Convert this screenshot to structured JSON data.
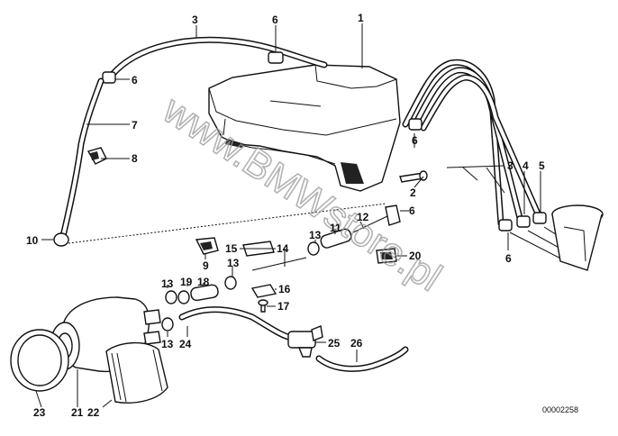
{
  "watermark": "www.BMWstore.pl",
  "drawing_number": "00002258",
  "labels": [
    {
      "id": "1",
      "text": "1"
    },
    {
      "id": "2",
      "text": "2"
    },
    {
      "id": "3a",
      "text": "3"
    },
    {
      "id": "3b",
      "text": "3"
    },
    {
      "id": "4",
      "text": "4"
    },
    {
      "id": "5",
      "text": "5"
    },
    {
      "id": "6a",
      "text": "6"
    },
    {
      "id": "6b",
      "text": "6"
    },
    {
      "id": "6c",
      "text": "6"
    },
    {
      "id": "6d",
      "text": "6"
    },
    {
      "id": "6e",
      "text": "6"
    },
    {
      "id": "7",
      "text": "7"
    },
    {
      "id": "8",
      "text": "8"
    },
    {
      "id": "9",
      "text": "9"
    },
    {
      "id": "10",
      "text": "10"
    },
    {
      "id": "11",
      "text": "11"
    },
    {
      "id": "12",
      "text": "12"
    },
    {
      "id": "13a",
      "text": "13"
    },
    {
      "id": "13b",
      "text": "13"
    },
    {
      "id": "13c",
      "text": "13"
    },
    {
      "id": "13d",
      "text": "13"
    },
    {
      "id": "14",
      "text": "14"
    },
    {
      "id": "15",
      "text": "15"
    },
    {
      "id": "16",
      "text": "16"
    },
    {
      "id": "17",
      "text": "17"
    },
    {
      "id": "18",
      "text": "18"
    },
    {
      "id": "19",
      "text": "19"
    },
    {
      "id": "20",
      "text": "20"
    },
    {
      "id": "21",
      "text": "21"
    },
    {
      "id": "22",
      "text": "22"
    },
    {
      "id": "23",
      "text": "23"
    },
    {
      "id": "24",
      "text": "24"
    },
    {
      "id": "25",
      "text": "25"
    },
    {
      "id": "26",
      "text": "26"
    }
  ]
}
